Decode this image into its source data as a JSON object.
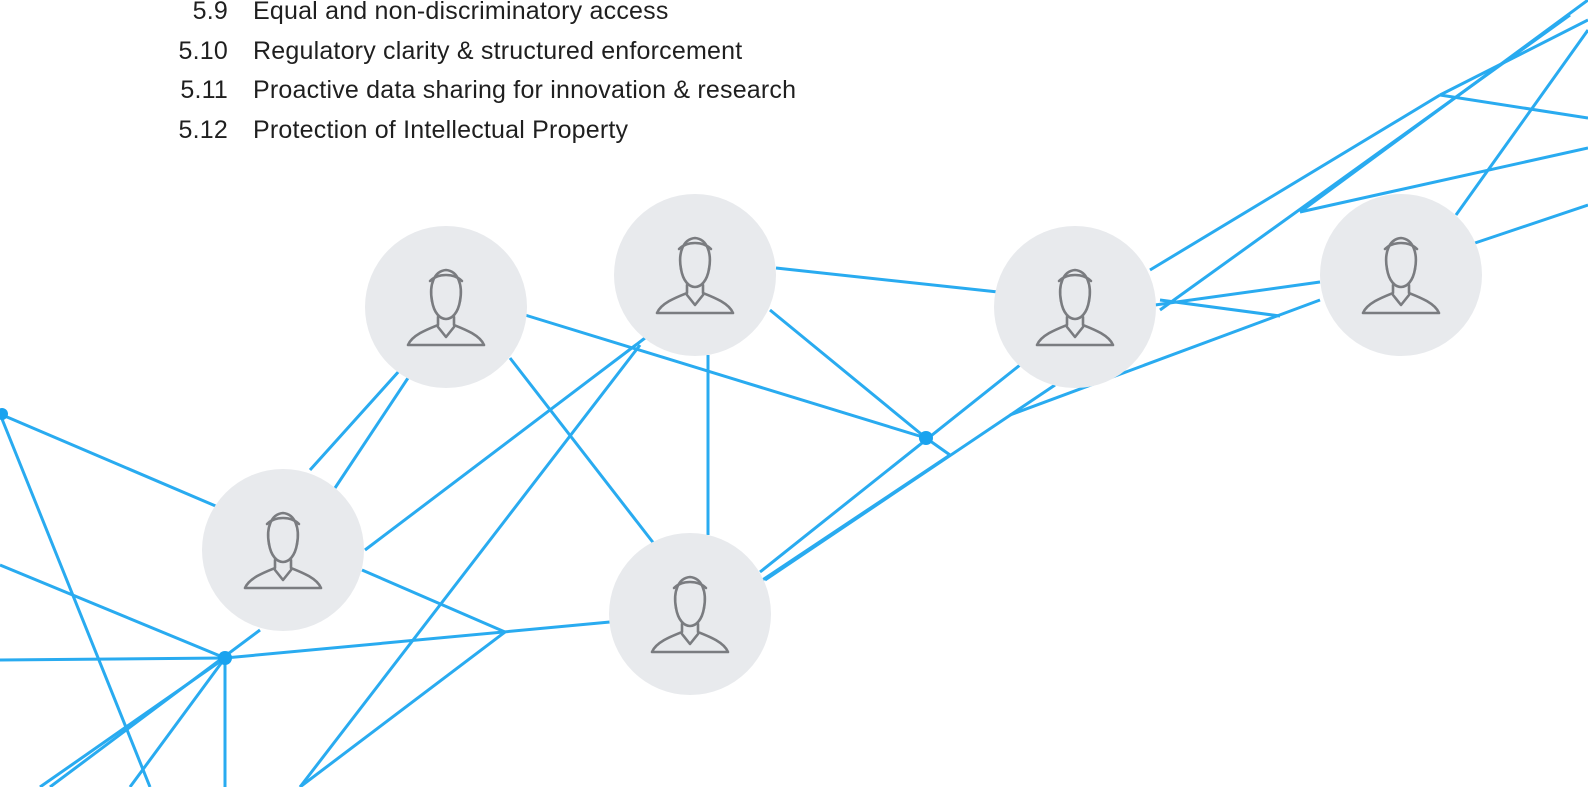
{
  "toc": {
    "items": [
      {
        "number": "5.9",
        "label": "Equal and non-discriminatory access"
      },
      {
        "number": "5.10",
        "label": "Regulatory clarity & structured enforcement"
      },
      {
        "number": "5.11",
        "label": "Proactive data sharing for innovation & research"
      },
      {
        "number": "5.12",
        "label": "Protection of Intellectual Property"
      }
    ]
  },
  "network": {
    "line_color": "#29abf0",
    "avatar_bg_color": "#e8eaed",
    "avatar_icon": "person-icon",
    "avatar_count": 6
  }
}
